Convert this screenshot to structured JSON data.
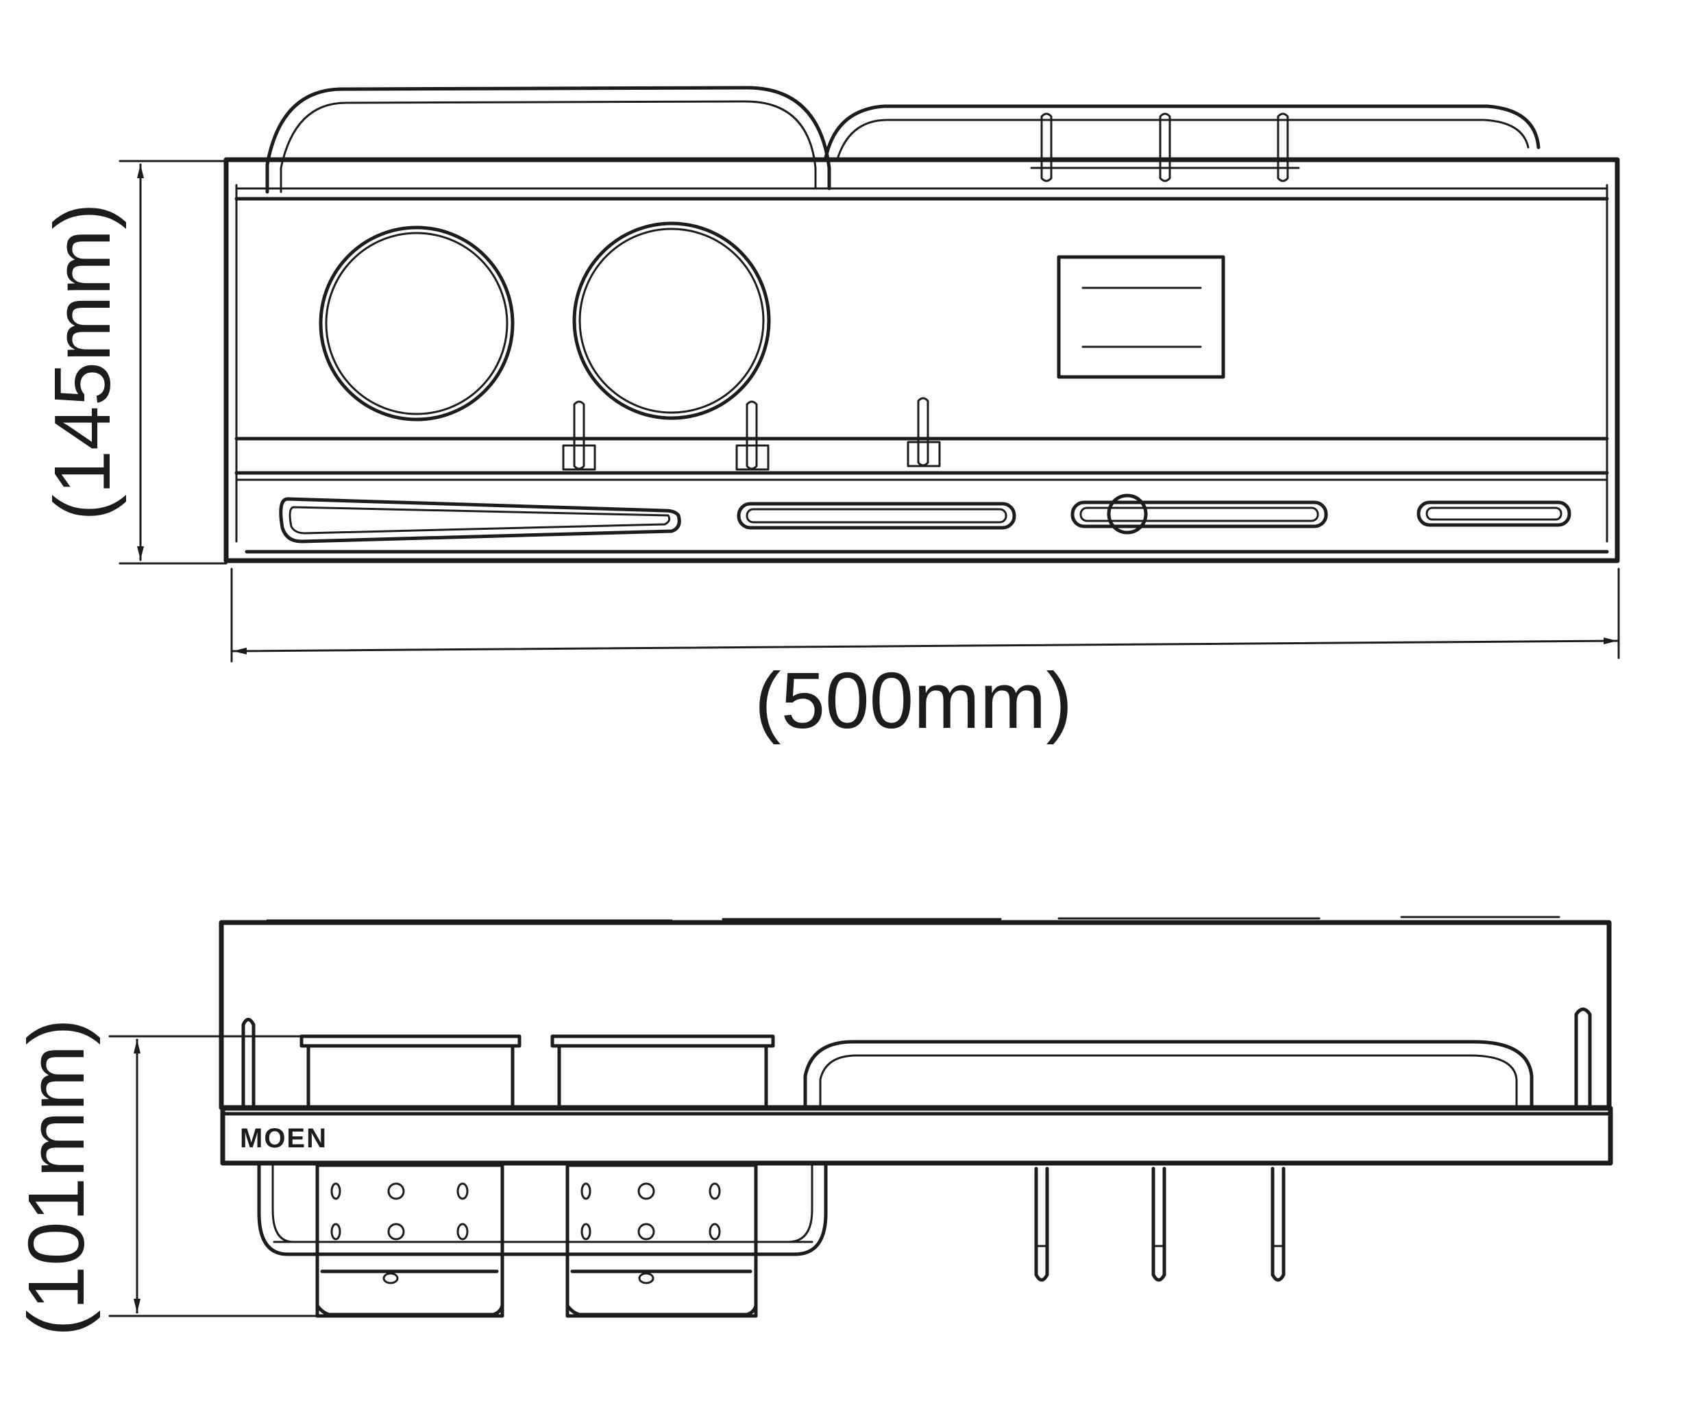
{
  "dimensions": {
    "height_top": "(145mm)",
    "width": "(500mm)",
    "height_front": "(101mm)"
  },
  "brand": "MOEN",
  "colors": {
    "line": "#1c1c1c",
    "background": "#ffffff"
  }
}
